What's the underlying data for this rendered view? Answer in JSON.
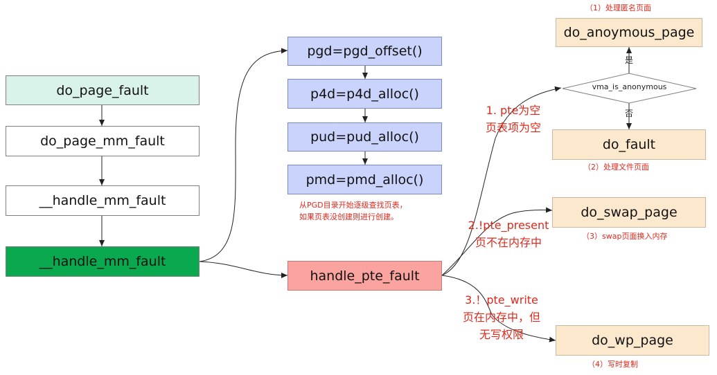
{
  "left_chain": {
    "n1": "do_page_fault",
    "n2": "do_page_mm_fault",
    "n3": "__handle_mm_fault",
    "n4": "__handle_mm_fault"
  },
  "page_table": {
    "pgd": "pgd=pgd_offset()",
    "p4d": "p4d=p4d_alloc()",
    "pud": "pud=pud_alloc()",
    "pmd": "pmd=pmd_alloc()",
    "note_line1": "从PGD目录开始逐级查找页表，",
    "note_line2": "如果页表没创建则进行创建。"
  },
  "handle_pte_fault": "handle_pte_fault",
  "branches": {
    "b1_line1": "1. pte为空",
    "b1_line2": "页表项为空",
    "b2_line1": "2.!pte_present",
    "b2_line2": "页不在内存中",
    "b3_line1": "3.！pte_write",
    "b3_line2": "页在内存中，但",
    "b3_line3": "无写权限"
  },
  "decision": {
    "label": "vma_is_anonymous",
    "yes": "是",
    "no": "否"
  },
  "targets": {
    "anon": "do_anoymous_page",
    "anon_note": "（1）处理匿名页面",
    "fault": "do_fault",
    "fault_note": "（2）处理文件页面",
    "swap": "do_swap_page",
    "swap_note": "（3）swap页面换入内存",
    "wp": "do_wp_page",
    "wp_note": "（4）写时复制"
  }
}
